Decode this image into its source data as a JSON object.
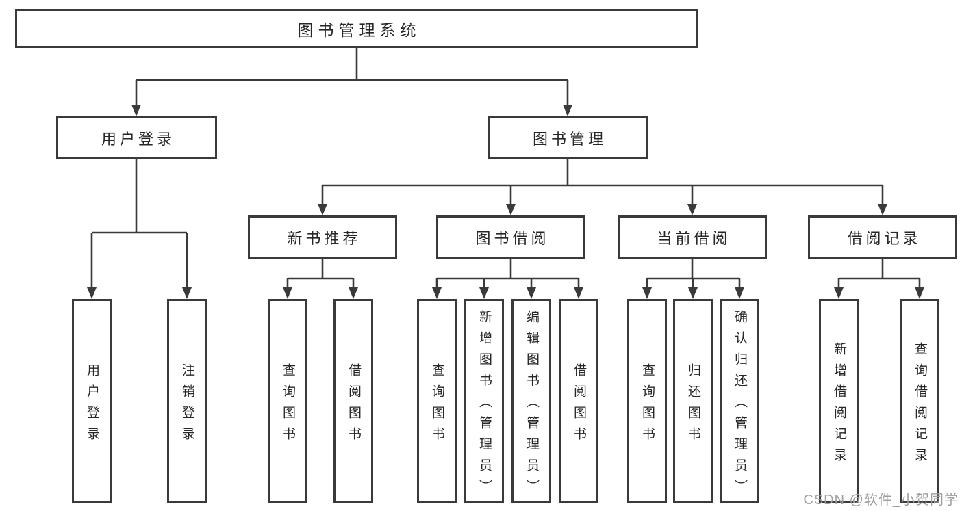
{
  "diagram": {
    "root": {
      "label": "图书管理系统"
    },
    "user_login": {
      "label": "用户登录",
      "children": [
        {
          "label": "用户登录"
        },
        {
          "label": "注销登录"
        }
      ]
    },
    "book_mgmt": {
      "label": "图书管理",
      "sections": [
        {
          "label": "新书推荐",
          "children": [
            {
              "label": "查询图书"
            },
            {
              "label": "借阅图书"
            }
          ]
        },
        {
          "label": "图书借阅",
          "children": [
            {
              "label": "查询图书"
            },
            {
              "label": "新增图书（管理员）"
            },
            {
              "label": "编辑图书（管理员）"
            },
            {
              "label": "借阅图书"
            }
          ]
        },
        {
          "label": "当前借阅",
          "children": [
            {
              "label": "查询图书"
            },
            {
              "label": "归还图书"
            },
            {
              "label": "确认归还（管理员）"
            }
          ]
        },
        {
          "label": "借阅记录",
          "children": [
            {
              "label": "新增借阅记录"
            },
            {
              "label": "查询借阅记录"
            }
          ]
        }
      ]
    },
    "colors": {
      "line": "#3a3a3a",
      "text": "#272727",
      "watermark": "#9e9e9e"
    },
    "watermark": "CSDN @软件_小贺同学"
  }
}
